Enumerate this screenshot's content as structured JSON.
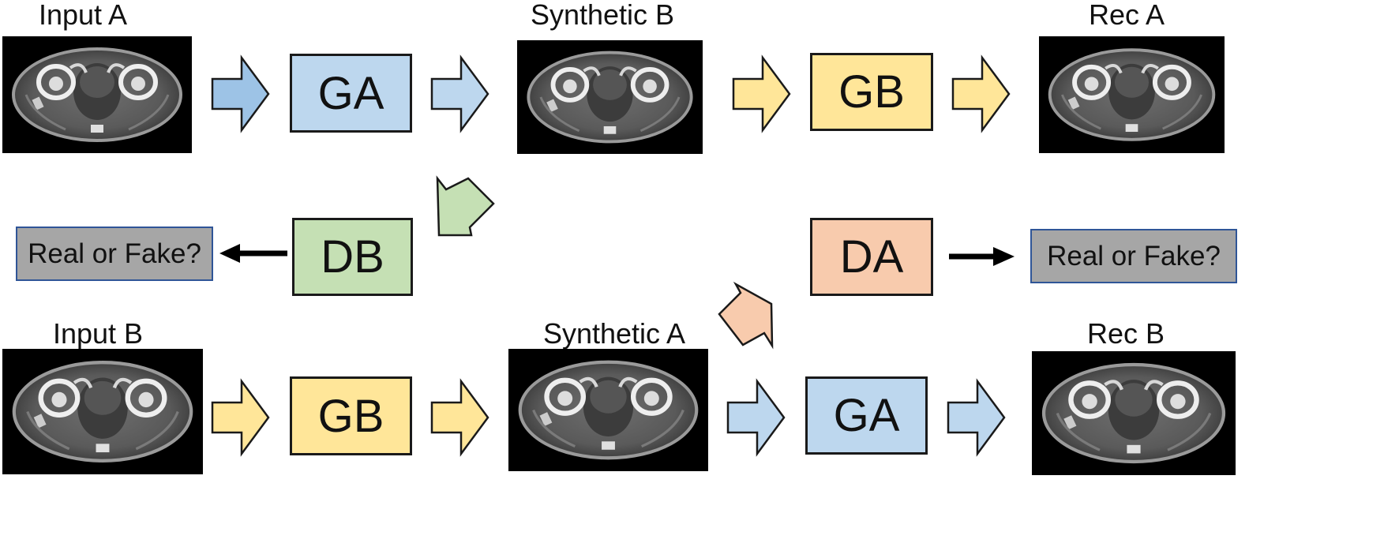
{
  "labels": {
    "input_a": "Input A",
    "synthetic_b": "Synthetic B",
    "rec_a": "Rec A",
    "input_b": "Input B",
    "synthetic_a": "Synthetic A",
    "rec_b": "Rec B"
  },
  "boxes": {
    "ga_top": "GA",
    "gb_top": "GB",
    "db": "DB",
    "da": "DA",
    "gb_bottom": "GB",
    "ga_bottom": "GA"
  },
  "discriminator_outputs": {
    "left": "Real or Fake?",
    "right": "Real or Fake?"
  },
  "colors": {
    "blue_box": "#bdd7ee",
    "yellow_box": "#ffe699",
    "green_box": "#c5e0b4",
    "orange_box": "#f8cbad",
    "blue_arrow_dark": "#9dc3e6",
    "question_box": "#a6a6a6",
    "question_border": "#2f5597"
  }
}
